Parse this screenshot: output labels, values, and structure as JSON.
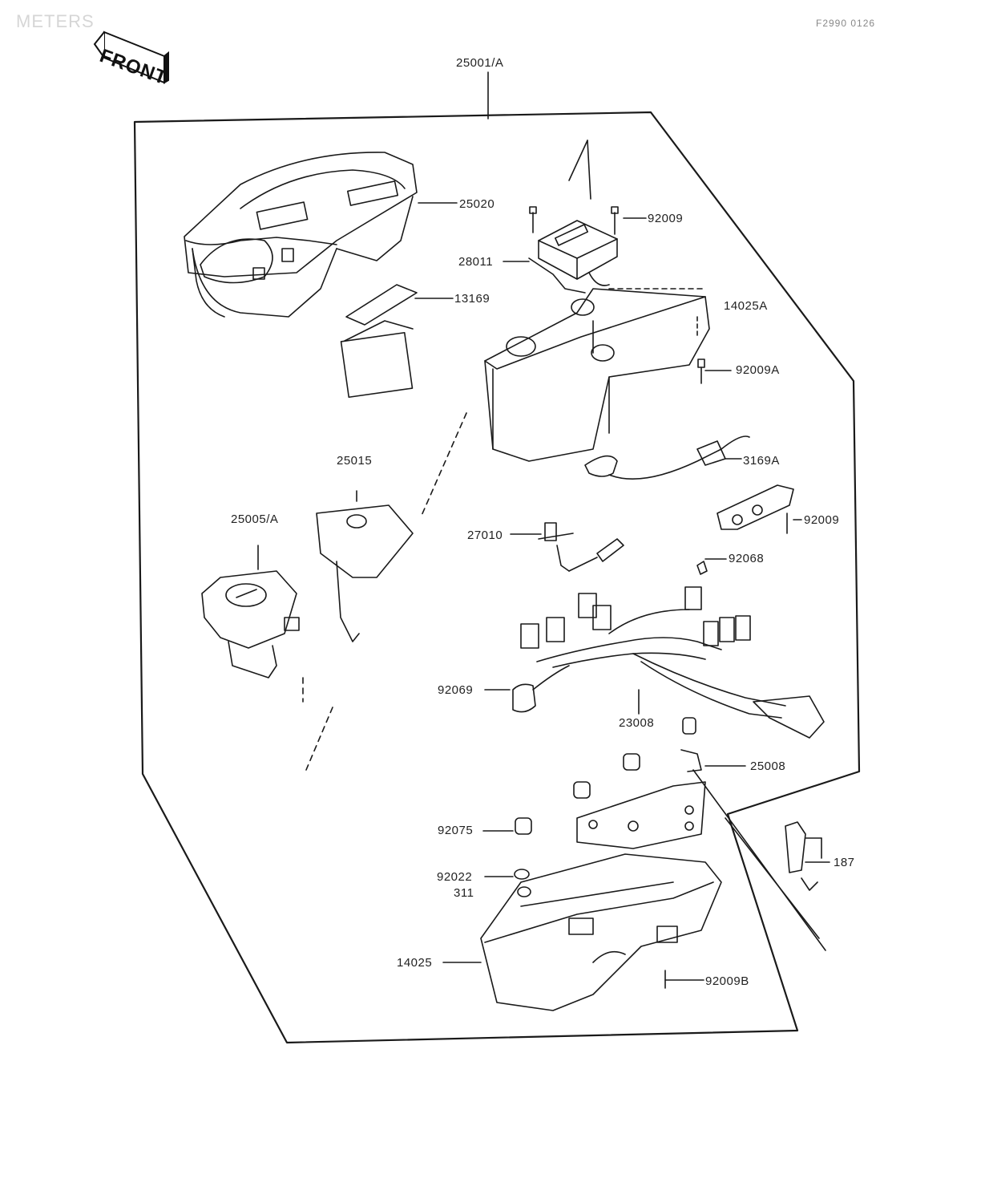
{
  "header": {
    "section_title": "METERS",
    "ref_code": "F2990 0126",
    "front_label": "FRONT"
  },
  "callouts": {
    "c25001A": "25001/A",
    "c25020": "25020",
    "c92009": "92009",
    "c28011": "28011",
    "c13169": "13169",
    "c14025A": "14025A",
    "c92009A": "92009A",
    "c25015": "25015",
    "c13169A": "3169A",
    "c25005": "25005/A",
    "c27010": "27010",
    "c92009b": "92009",
    "c92068": "92068",
    "c92069": "92069",
    "c23008": "23008",
    "c25008": "25008",
    "c92075": "92075",
    "c92022": "92022",
    "c311": "311",
    "c187": "187",
    "c14025": "14025",
    "c92009B": "92009B"
  }
}
